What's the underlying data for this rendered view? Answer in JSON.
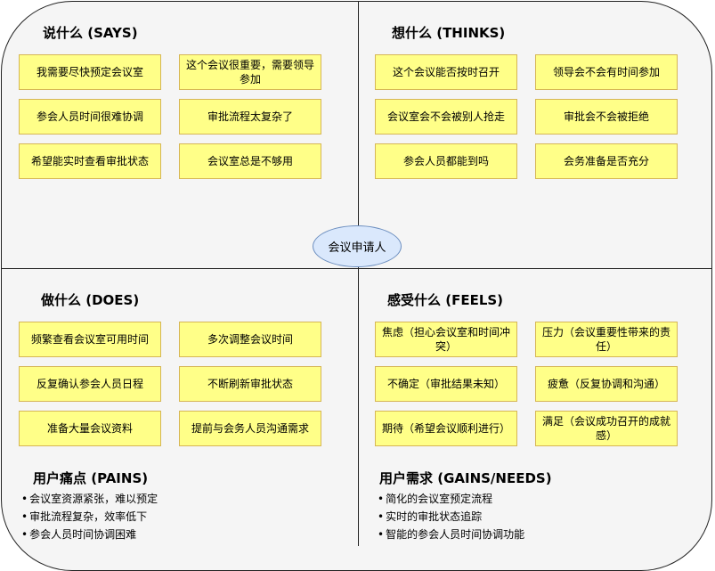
{
  "center_label": "会议申请人",
  "says": {
    "title": "说什么 (SAYS)",
    "notes": [
      "我需要尽快预定会议室",
      "这个会议很重要，需要领导参加",
      "参会人员时间很难协调",
      "审批流程太复杂了",
      "希望能实时查看审批状态",
      "会议室总是不够用"
    ]
  },
  "thinks": {
    "title": "想什么 (THINKS)",
    "notes": [
      "这个会议能否按时召开",
      "领导会不会有时间参加",
      "会议室会不会被别人抢走",
      "审批会不会被拒绝",
      "参会人员都能到吗",
      "会务准备是否充分"
    ]
  },
  "does": {
    "title": "做什么 (DOES)",
    "notes": [
      "频繁查看会议室可用时间",
      "多次调整会议时间",
      "反复确认参会人员日程",
      "不断刷新审批状态",
      "准备大量会议资料",
      "提前与会务人员沟通需求"
    ]
  },
  "feels": {
    "title": "感受什么 (FEELS)",
    "notes": [
      "焦虑（担心会议室和时间冲突）",
      "压力（会议重要性带来的责任）",
      "不确定（审批结果未知）",
      "疲惫（反复协调和沟通）",
      "期待（希望会议顺利进行）",
      "满足（会议成功召开的成就感）"
    ]
  },
  "pains": {
    "title": "用户痛点 (PAINS)",
    "items": [
      "会议室资源紧张，难以预定",
      "审批流程复杂，效率低下",
      "参会人员时间协调困难"
    ]
  },
  "gains": {
    "title": "用户需求 (GAINS/NEEDS)",
    "items": [
      "简化的会议室预定流程",
      "实时的审批状态追踪",
      "智能的参会人员时间协调功能"
    ]
  }
}
